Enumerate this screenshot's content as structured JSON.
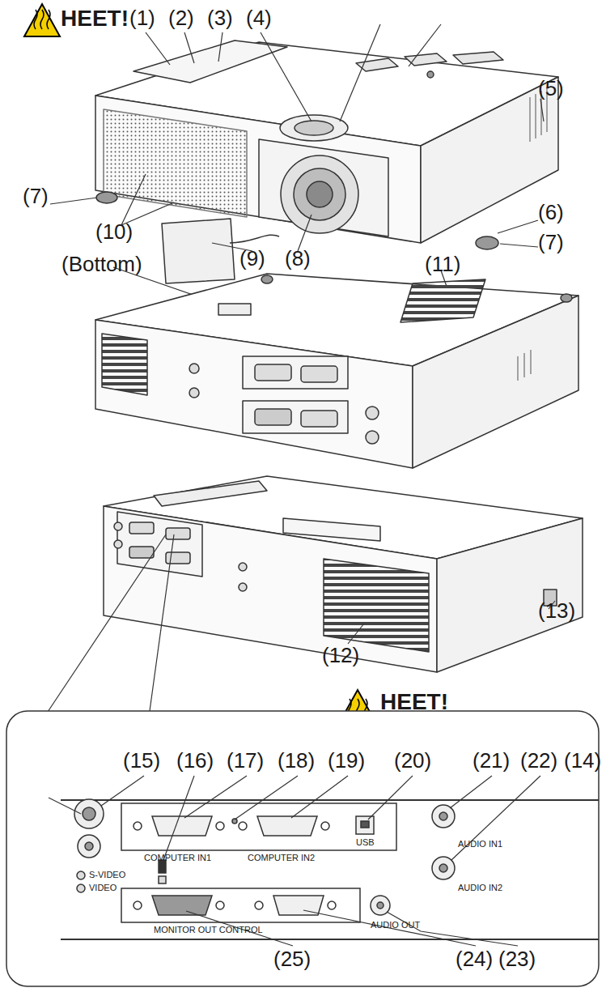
{
  "diagram": {
    "labels": [
      "HEET!",
      "(1)",
      "(2)",
      "(3)",
      "(4)",
      "(5)",
      "(7)",
      "(10)",
      "(6)",
      "(7)",
      "(9)",
      "(8)",
      "(11)",
      "(Bottom)",
      "(13)",
      "(12)",
      "HEET!",
      "(15)",
      "(16)",
      "(17)",
      "(18)",
      "(19)",
      "(20)",
      "(21)",
      "(22)",
      "(14)",
      "COMPUTER IN1",
      "COMPUTER IN2",
      "USB",
      "AUDIO IN1",
      "AUDIO IN2",
      "S-VIDEO",
      "VIDEO",
      "MONITOR OUT CONTROL",
      "AUDIO OUT",
      "(25)",
      "(24)",
      "(23)"
    ]
  }
}
